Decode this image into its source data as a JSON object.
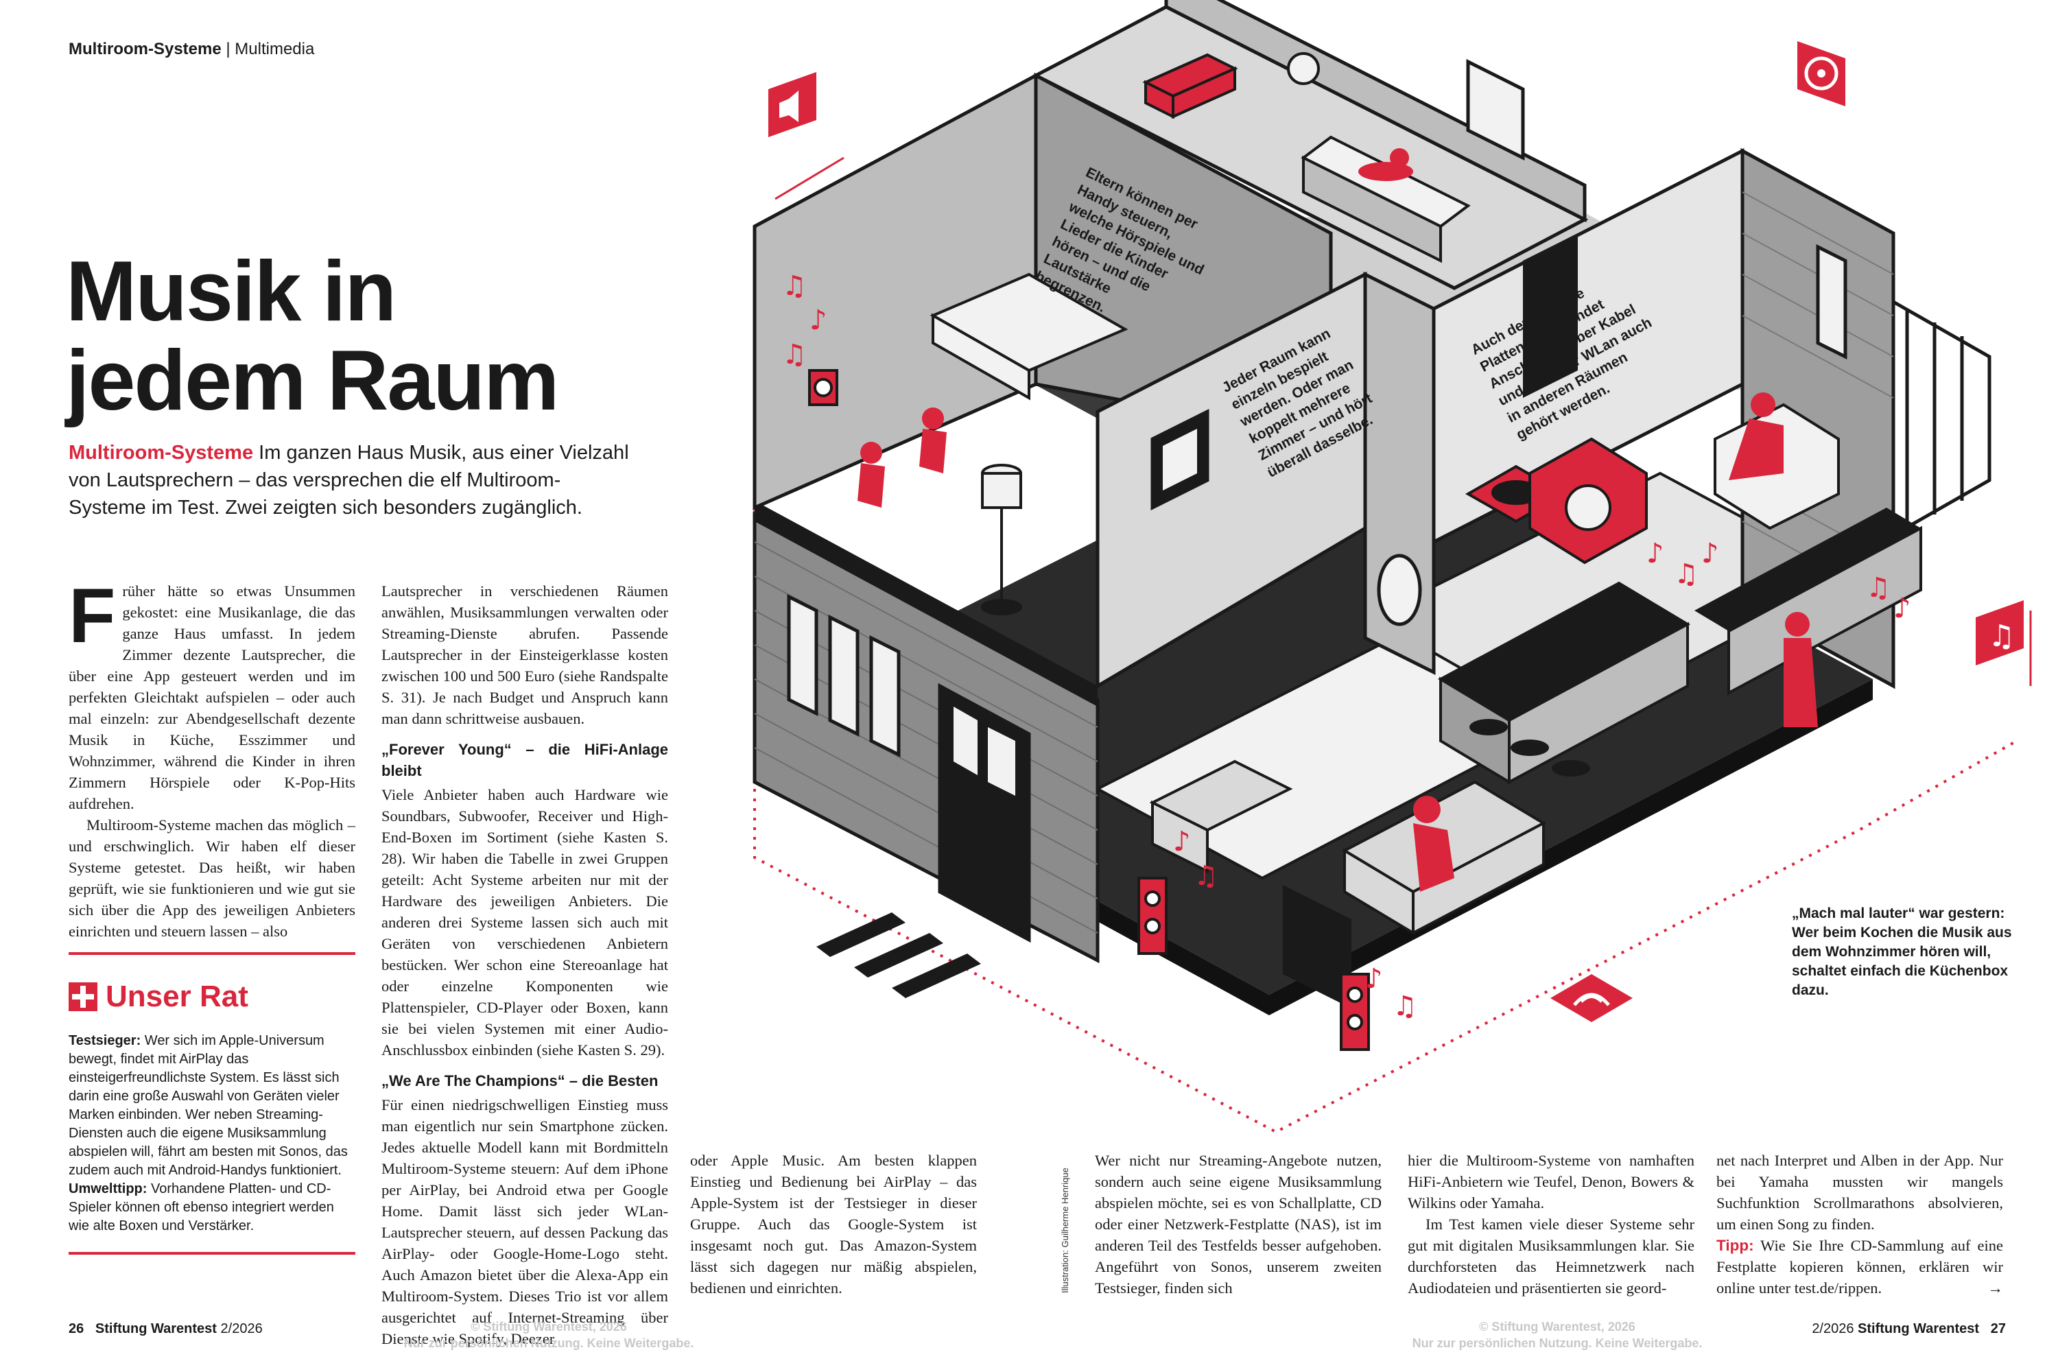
{
  "header": {
    "section": "Multiroom-Systeme",
    "category": "Multimedia"
  },
  "title": {
    "line1": "Musik in",
    "line2": "jedem Raum"
  },
  "lead": {
    "keyword": "Multiroom-Systeme",
    "text": "Im ganzen Haus Musik, aus einer Vielzahl von Lautsprechern – das versprechen die elf Multiroom-Systeme im Test. Zwei zeigten sich besonders zugänglich."
  },
  "body": {
    "dropcap": "F",
    "col1_p1": "rüher hätte so etwas Unsummen gekostet: eine Musikanlage, die das ganze Haus umfasst. In jedem Zimmer dezente Lautsprecher, die über eine App gesteuert werden und im perfekten Gleichtakt aufspielen – oder auch mal einzeln: zur Abendgesellschaft dezente Musik in Küche, Esszimmer und Wohnzimmer, während die Kinder in ihren Zimmern Hörspiele oder K-Pop-Hits aufdrehen.",
    "col1_p2": "Multiroom-Systeme machen das möglich – und erschwinglich. Wir haben elf dieser Systeme getestet. Das heißt, wir haben geprüft, wie sie funktionieren und wie gut sie sich über die App des jeweiligen Anbieters einrichten und steuern lassen – also",
    "col2_p1": "Lautsprecher in verschiedenen Räumen anwählen, Musiksammlungen verwalten oder Streaming-Dienste abrufen. Passende Lautsprecher in der Einsteigerklasse kosten zwischen 100 und 500 Euro (siehe Randspalte S. 31). Je nach Budget und Anspruch kann man dann schrittweise ausbauen.",
    "col2_h1": "„Forever Young“ – die HiFi-Anlage bleibt",
    "col2_p2": "Viele Anbieter haben auch Hardware wie Soundbars, Subwoofer, Receiver und High-End-Boxen im Sortiment (siehe Kasten S. 28). Wir haben die Tabelle in zwei Gruppen geteilt: Acht Systeme arbeiten nur mit der Hardware des jeweiligen Anbieters. Die anderen drei Systeme lassen sich auch mit Geräten von verschiedenen Anbietern bestücken. Wer schon eine Stereoanlage hat oder einzelne Komponenten wie Plattenspieler, CD-Player oder Boxen, kann sie bei vielen Systemen mit einer Audio-Anschlussbox einbinden (siehe Kasten S. 29).",
    "col2_h2": "„We Are The Champions“ – die Besten",
    "col2_p3": "Für einen niedrigschwelligen Einstieg muss man eigentlich nur sein Smartphone zücken. Jedes aktuelle Modell kann mit Bordmitteln Multiroom-Systeme steuern: Auf dem iPhone per AirPlay, bei Android etwa per Google Home. Damit lässt sich jeder WLan-Lautsprecher steuern, auf dessen Packung das AirPlay- oder Google-Home-Logo steht. Auch Amazon bietet über die Alexa-App ein Multiroom-System. Dieses Trio ist vor allem ausgerichtet auf Internet-Streaming über Dienste wie Spotify, Deezer",
    "col3_p1": "oder Apple Music. Am besten klappen Einstieg und Bedienung bei AirPlay – das Apple-System ist der Testsieger in dieser Gruppe. Auch das Google-System ist insgesamt noch gut. Das Amazon-System lässt sich dagegen nur mäßig abspielen, bedienen und einrichten.",
    "col4_p1": "Wer nicht nur Streaming-Angebote nutzen, sondern auch seine eigene Musiksammlung abspielen möchte, sei es von Schallplatte, CD oder einer Netzwerk-Festplatte (NAS), ist im anderen Teil des Testfelds besser aufgehoben. Angeführt von Sonos, unserem zweiten Testsieger, finden sich",
    "col5_p1": "hier die Multiroom-Systeme von namhaften HiFi-Anbietern wie Teufel, Denon, Bowers & Wilkins oder Yamaha.",
    "col5_p2": "Im Test kamen viele dieser Systeme sehr gut mit digitalen Musiksammlungen klar. Sie durchforsteten das Heimnetzwerk nach Audiodateien und präsentierten sie geord-",
    "col6_p1": "net nach Interpret und Alben in der App. Nur bei Yamaha mussten wir mangels Suchfunktion Scrollmarathons absolvieren, um einen Song zu finden.",
    "col6_tip_label": "Tipp:",
    "col6_tip": "Wie Sie Ihre CD-Sammlung auf eine Festplatte kopieren können, erklären wir online unter test.de/rippen.",
    "col6_arrow": "→"
  },
  "rat": {
    "heading": "Unser Rat",
    "label1": "Testsieger:",
    "text1": "Wer sich im Apple-Universum bewegt, findet mit AirPlay das einsteigerfreundlichste System. Es lässt sich darin eine große Auswahl von Geräten vieler Marken einbinden. Wer neben Streaming-Diensten auch die eigene Musiksammlung abspielen will, fährt am besten mit Sonos, das zudem auch mit Android-Handys funktioniert.",
    "label2": "Umwelttipp:",
    "text2": "Vorhandene Platten- und CD-Spieler können oft ebenso integriert werden wie alte Boxen und Verstärker."
  },
  "illustration": {
    "caption1": "Eltern können per Handy steuern, welche Hörspiele und Lieder die Kinder hören – und die Lautstärke begrenzen.",
    "caption2": "Jeder Raum kann einzeln bespielt werden. Oder man koppelt mehrere Zimmer – und hört überall dasselbe.",
    "caption3": "Auch der gute alte Plattenspieler findet Anschluss – über Kabel und kann per WLan auch in anderen Räumen gehört werden.",
    "caption4": "„Mach mal lauter“ war gestern: Wer beim Kochen die Musik aus dem Wohnzimmer hören will, schaltet einfach die Küchenbox dazu.",
    "credit": "Illustration: Guilherme Henrique",
    "icons": [
      "speaker-icon",
      "vinyl-icon",
      "music-note-icon",
      "wifi-speaker-icon"
    ],
    "accent": "#d9263c"
  },
  "footer": {
    "left_page": "26",
    "left_brand": "Stiftung Warentest",
    "left_issue": "2/2026",
    "right_issue": "2/2026",
    "right_brand": "Stiftung Warentest",
    "right_page": "27",
    "copyright1": "© Stiftung Warentest, 2026",
    "copyright2": "Nur zur persönlichen Nutzung. Keine Weitergabe."
  },
  "colors": {
    "accent": "#d9263c",
    "text": "#1a1a1a",
    "wall": "#d9d9d9",
    "dark": "#1a1a1a"
  }
}
